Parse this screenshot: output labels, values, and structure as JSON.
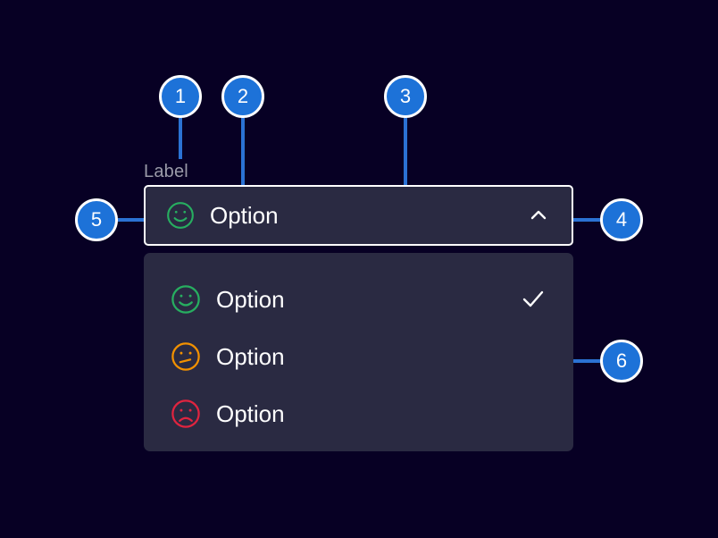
{
  "background_color": "#070024",
  "accent_color": "#1d72d8",
  "surface_color": "#2a2a42",
  "field": {
    "label": "Label",
    "selected_value": "Option",
    "selected_icon": "smiley-happy-icon",
    "expanded": true,
    "chevron_icon": "chevron-up-icon",
    "border_color": "#ffffff"
  },
  "dropdown": {
    "options": [
      {
        "label": "Option",
        "icon": "smiley-happy-icon",
        "icon_color": "#27ae60",
        "selected": true
      },
      {
        "label": "Option",
        "icon": "smiley-neutral-icon",
        "icon_color": "#f29100",
        "selected": false
      },
      {
        "label": "Option",
        "icon": "smiley-sad-icon",
        "icon_color": "#e0243f",
        "selected": false
      }
    ],
    "check_icon": "check-icon"
  },
  "callouts": [
    {
      "number": "1"
    },
    {
      "number": "2"
    },
    {
      "number": "3"
    },
    {
      "number": "4"
    },
    {
      "number": "5"
    },
    {
      "number": "6"
    }
  ]
}
